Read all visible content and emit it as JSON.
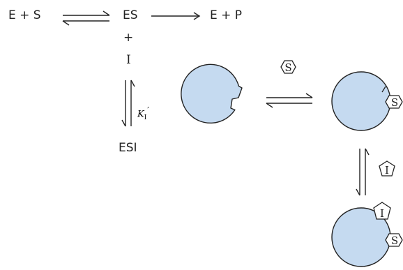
{
  "reaction": {
    "e_plus_s": "E + S",
    "es": "ES",
    "e_plus_p": "E + P",
    "plus": "+",
    "inhibitor": "I",
    "esi": "ESI",
    "ki_symbol": "K",
    "ki_subscript": "I",
    "ki_prime": "′"
  },
  "labels": {
    "substrate": "S",
    "inhibitor": "I"
  },
  "colors": {
    "enzyme_fill": "#c5daf0",
    "stroke": "#222222",
    "background": "#ffffff"
  }
}
